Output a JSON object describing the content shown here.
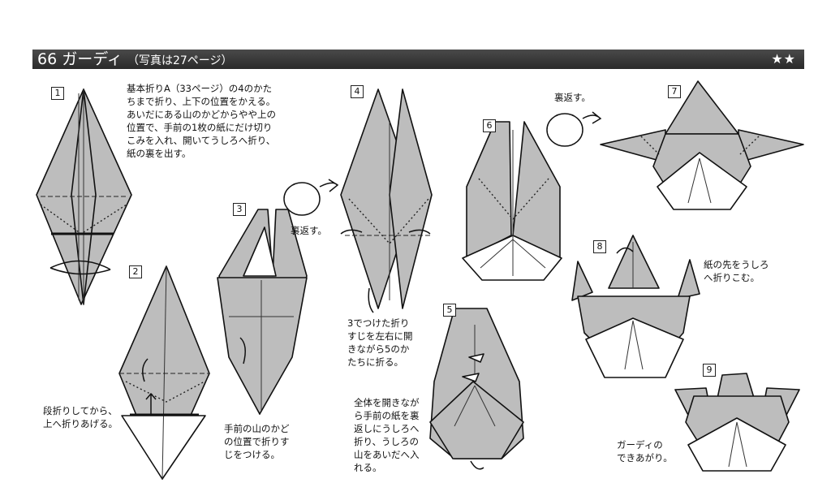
{
  "header": {
    "number": "66",
    "title": "ガーディ",
    "subtitle": "（写真は27ページ）",
    "difficulty": "★★"
  },
  "steps": [
    {
      "label": "1",
      "note": "基本折りA（33ページ）の4のかた\nちまで折り、上下の位置をかえる。\nあいだにある山のかどからやや上の\n位置で、手前の1枚の紙にだけ切り\nこみを入れ、開いてうしろへ折り、\n紙の裏を出す。"
    },
    {
      "label": "2",
      "note": "段折りしてから、\n上へ折りあげる。"
    },
    {
      "label": "3",
      "note": "手前の山のかど\nの位置で折りす\nじをつける。"
    },
    {
      "label": "4",
      "note": "3でつけた折り\nすじを左右に開\nきながら5のか\nたちに折る。"
    },
    {
      "label": "5",
      "note": "全体を開きなが\nら手前の紙を裏\n返しにうしろへ\n折り、うしろの\n山をあいだへ入\nれる。"
    },
    {
      "label": "6",
      "note": ""
    },
    {
      "label": "7",
      "note": ""
    },
    {
      "label": "8",
      "note": "紙の先をうしろ\nへ折りこむ。"
    },
    {
      "label": "9",
      "note": "ガーディの\nできあがり。"
    }
  ],
  "turn_over_label": "裏返す。"
}
